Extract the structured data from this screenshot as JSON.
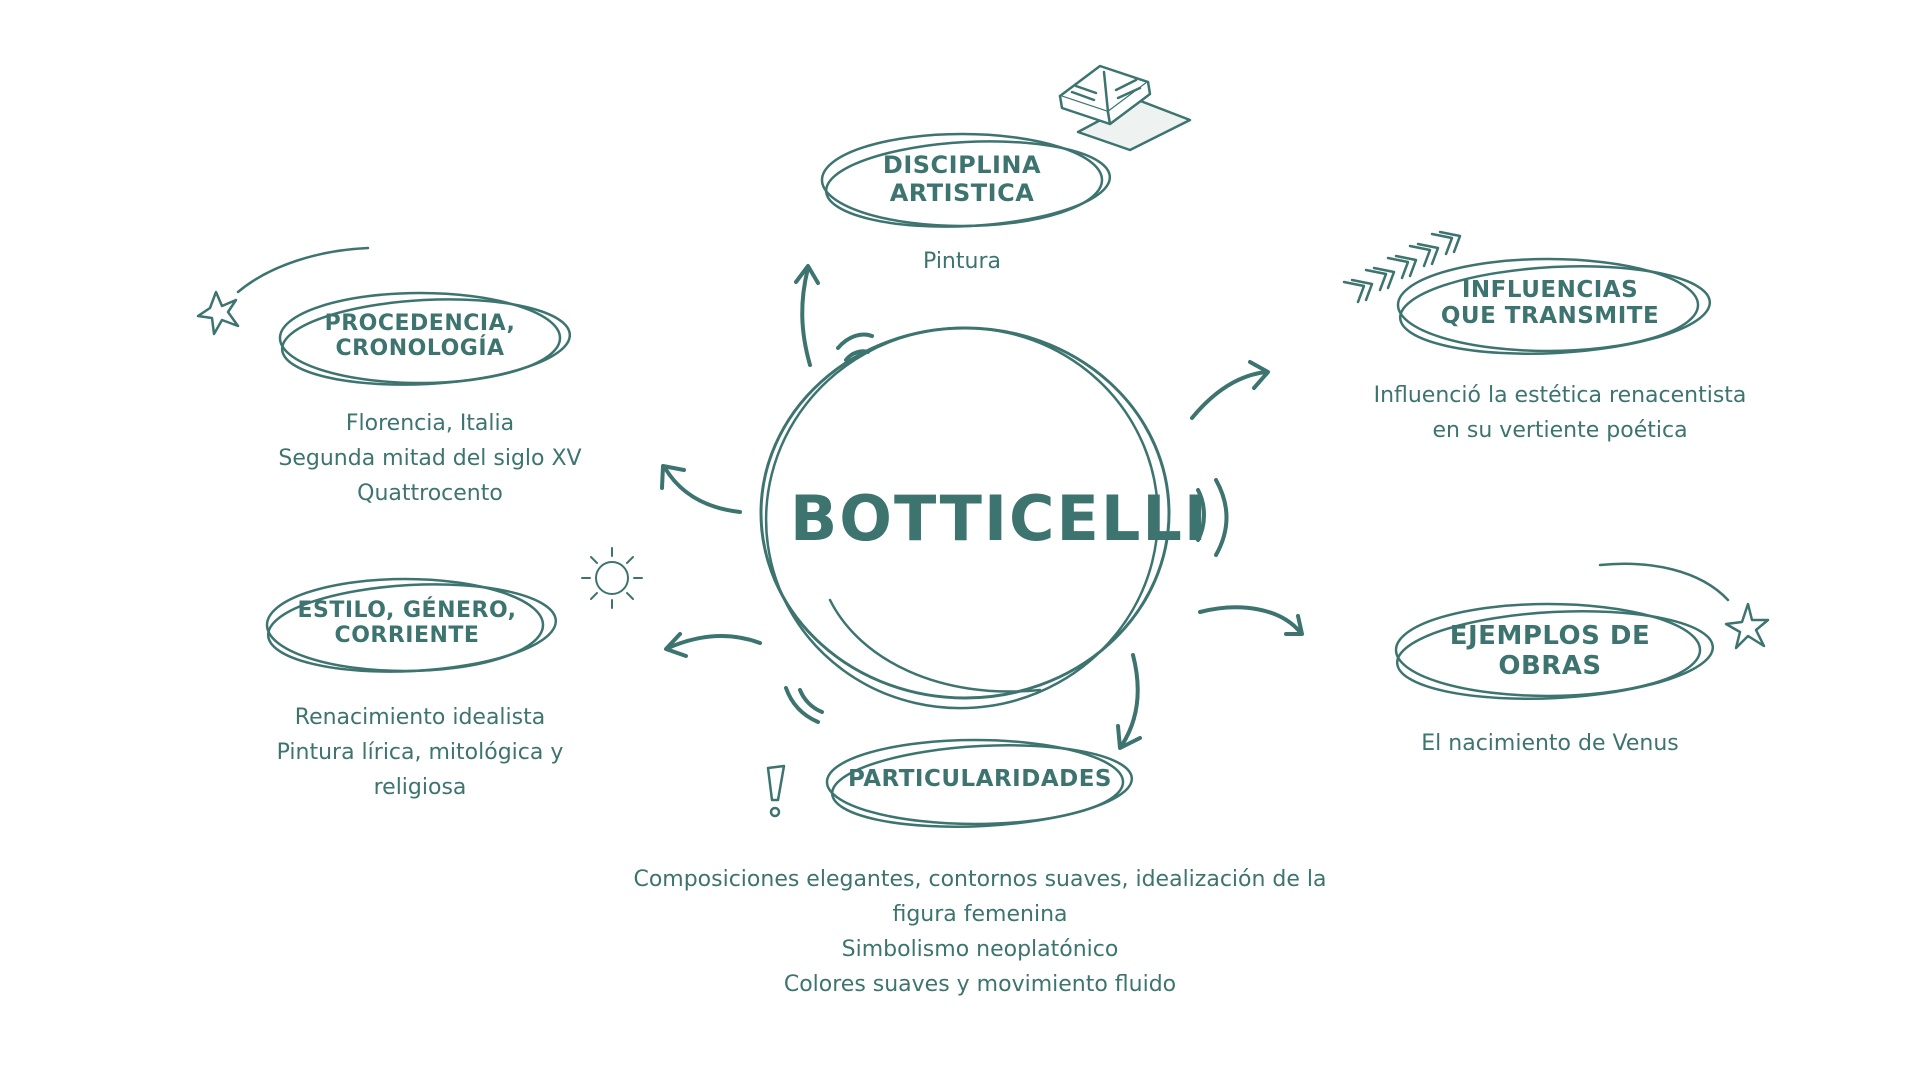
{
  "colors": {
    "ink": "#3d7470",
    "background": "#ffffff"
  },
  "center": {
    "title": "BOTTICELLI"
  },
  "nodes": {
    "disciplina": {
      "title_lines": [
        "DISCIPLINA",
        "ARTISTICA"
      ],
      "lines": [
        "Pintura"
      ],
      "icon": "open-book-icon"
    },
    "procedencia": {
      "title_lines": [
        "PROCEDENCIA,",
        "CRONOLOGÍA"
      ],
      "lines": [
        "Florencia, Italia",
        "Segunda mitad del siglo XV",
        "Quattrocento"
      ],
      "icon": "shooting-star-icon"
    },
    "influencias": {
      "title_lines": [
        "INFLUENCIAS",
        "QUE TRANSMITE"
      ],
      "lines": [
        "Influenció la estética renacentista",
        "en su vertiente poética"
      ],
      "icon": "chevrons-icon"
    },
    "estilo": {
      "title_lines": [
        "ESTILO, GÉNERO,",
        "CORRIENTE"
      ],
      "lines": [
        "Renacimiento idealista",
        "Pintura lírica, mitológica y",
        "religiosa"
      ],
      "icon": "sun-icon"
    },
    "ejemplos": {
      "title_lines": [
        "EJEMPLOS DE",
        "OBRAS"
      ],
      "lines": [
        "El nacimiento de Venus"
      ],
      "icon": "shooting-star-icon"
    },
    "particularidades": {
      "title_lines": [
        "PARTICULARIDADES"
      ],
      "lines": [
        "Composiciones elegantes, contornos suaves, idealización de la",
        "figura femenina",
        "Simbolismo neoplatónico",
        "Colores suaves y movimiento fluido"
      ],
      "icon": "exclamation-icon"
    }
  }
}
